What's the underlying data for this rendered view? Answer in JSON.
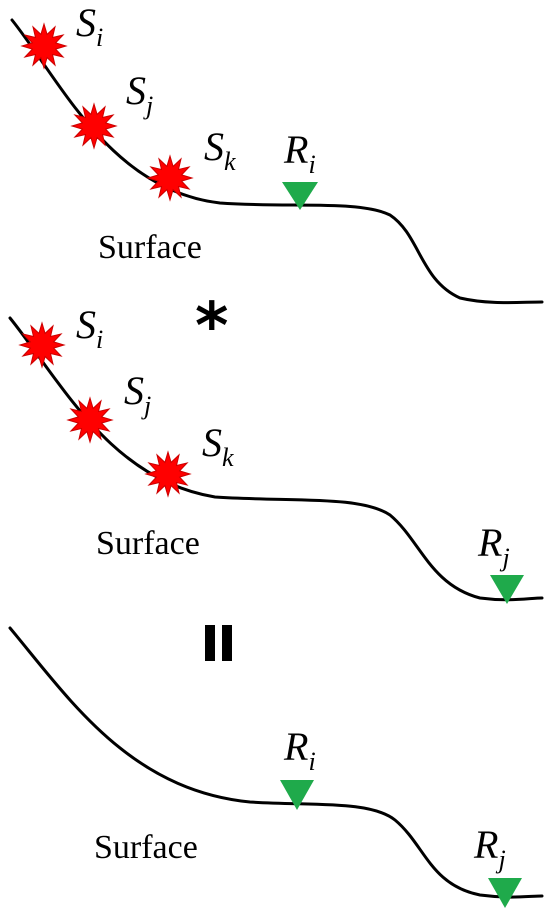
{
  "panels": [
    {
      "id": "top",
      "surface_label": "Surface",
      "sources": [
        {
          "letter": "S",
          "sub": "i"
        },
        {
          "letter": "S",
          "sub": "j"
        },
        {
          "letter": "S",
          "sub": "k"
        }
      ],
      "receivers": [
        {
          "letter": "R",
          "sub": "i"
        }
      ]
    },
    {
      "id": "middle",
      "surface_label": "Surface",
      "sources": [
        {
          "letter": "S",
          "sub": "i"
        },
        {
          "letter": "S",
          "sub": "j"
        },
        {
          "letter": "S",
          "sub": "k"
        }
      ],
      "receivers": [
        {
          "letter": "R",
          "sub": "j"
        }
      ]
    },
    {
      "id": "bottom",
      "surface_label": "Surface",
      "sources": [],
      "receivers": [
        {
          "letter": "R",
          "sub": "i"
        },
        {
          "letter": "R",
          "sub": "j"
        }
      ]
    }
  ],
  "operators": {
    "convolution_symbol": "*",
    "equals_symbol": "="
  },
  "colors": {
    "source": "#ff0000",
    "source_edge": "#cc0000",
    "receiver": "#1faa4b",
    "curve": "#000000"
  }
}
